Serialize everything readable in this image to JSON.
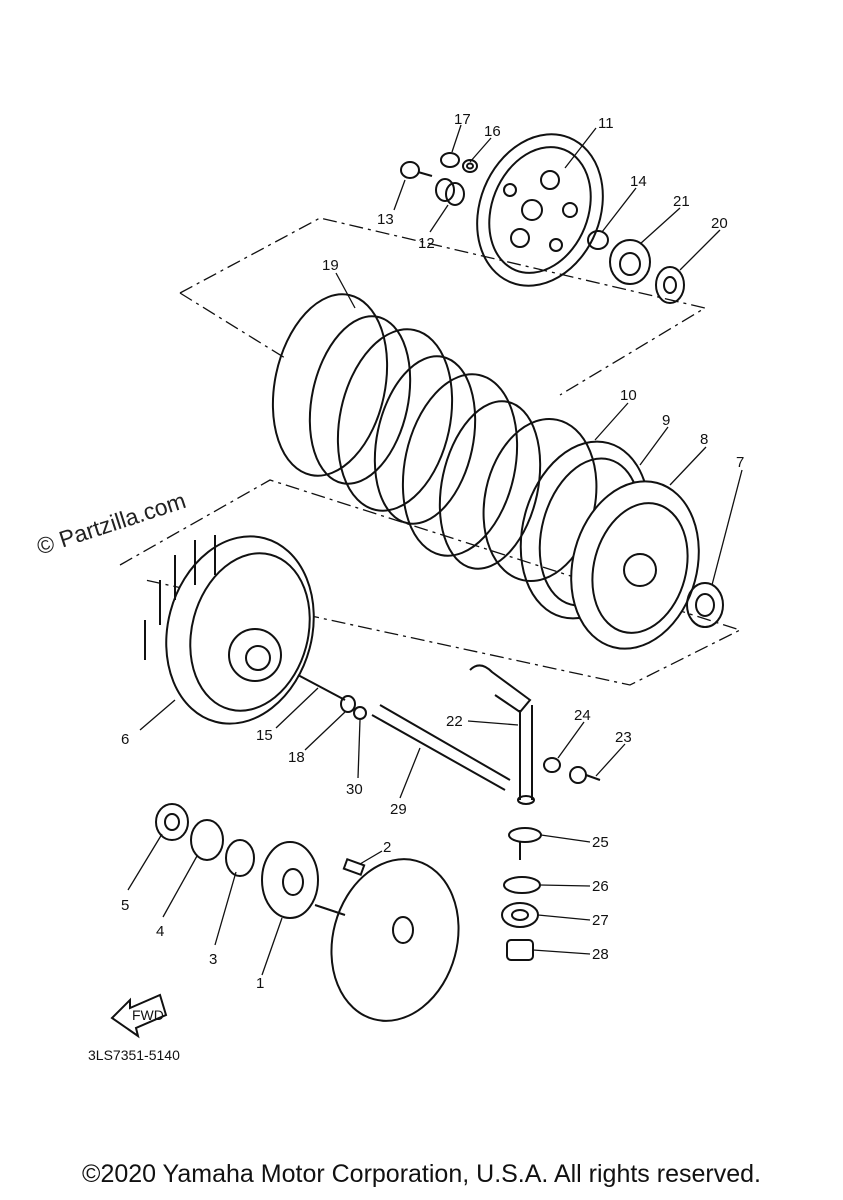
{
  "watermark": "© Partzilla.com",
  "diagram_code": "3LS7351-5140",
  "fwd_label": "FWD",
  "copyright": "©2020 Yamaha Motor Corporation, U.S.A. All rights reserved.",
  "callouts": [
    "1",
    "2",
    "3",
    "4",
    "5",
    "6",
    "7",
    "8",
    "9",
    "10",
    "11",
    "12",
    "13",
    "14",
    "15",
    "16",
    "17",
    "18",
    "19",
    "20",
    "21",
    "22",
    "23",
    "24",
    "25",
    "26",
    "27",
    "28",
    "29",
    "30"
  ]
}
